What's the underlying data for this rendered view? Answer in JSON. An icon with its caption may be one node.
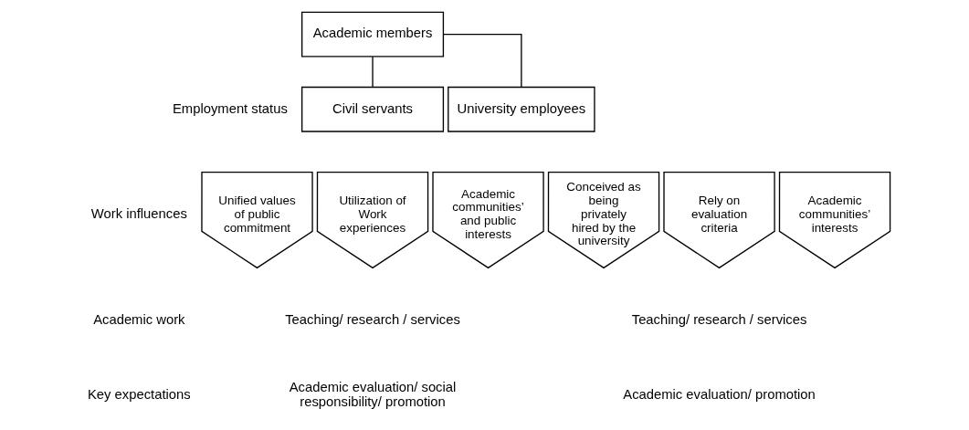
{
  "diagram": {
    "nodes": [
      {
        "text": [
          "Academic members"
        ]
      },
      {
        "text": [
          "Civil servants"
        ]
      },
      {
        "text": [
          "University employees"
        ]
      },
      {
        "text": [
          "Unified values of public commitment"
        ]
      },
      {
        "text": [
          "Utilization of Work experiences"
        ]
      },
      {
        "text": [
          "Academic communities’ and public interests"
        ]
      },
      {
        "text": [
          "Conceived as being privately hired by the university"
        ]
      },
      {
        "text": [
          "Rely on evaluation criteria"
        ]
      },
      {
        "text": [
          "Academic communities’ interests"
        ]
      }
    ],
    "edges": [
      {
        "from": 0,
        "to": 1,
        "arrow": "none"
      },
      {
        "from": 0,
        "to": 2,
        "arrow": "none"
      }
    ],
    "labels": [
      "Employment status",
      "Work influences",
      "Academic work",
      "Teaching/ research / services",
      "Teaching/ research / services",
      "Key expectations",
      "Academic evaluation/ social responsibility/ promotion",
      "Academic evaluation/ promotion"
    ]
  }
}
